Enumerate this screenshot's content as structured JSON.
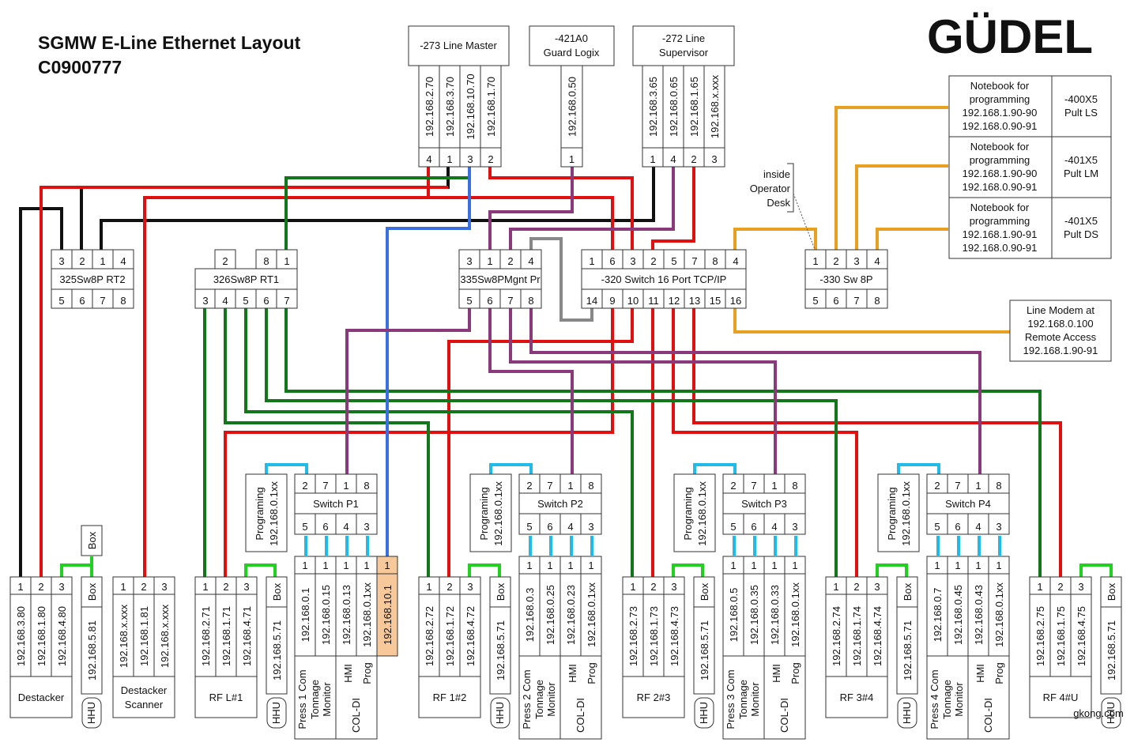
{
  "title": {
    "line1": "SGMW E-Line Ethernet Layout",
    "line2": "C0900777"
  },
  "logo": {
    "text": "GÜDEL",
    "color": "#b2242f"
  },
  "wire_colors": {
    "red": "#e01010",
    "black": "#111111",
    "green": "#11771a",
    "blue": "#3a6fe0",
    "purple": "#8a3a7a",
    "orange": "#e8a020",
    "cyan": "#22bbe8",
    "lime": "#22d022",
    "gray": "#888888"
  },
  "top_devices": [
    {
      "name": "-273 Line Master",
      "ips": [
        "192.168.2.70",
        "192.168.3.70",
        "192.168.10.70",
        "192.168.1.70"
      ],
      "ports": [
        "4",
        "1",
        "3",
        "2"
      ]
    },
    {
      "name1": "-421A0",
      "name2": "Guard Logix",
      "ips": [
        "192.168.0.50"
      ],
      "ports": [
        "1"
      ]
    },
    {
      "name1": "-272 Line",
      "name2": "Supervisor",
      "ips": [
        "192.168.3.65",
        "192.168.0.65",
        "192.168.1.65",
        "192.168.x.xxx"
      ],
      "ports": [
        "1",
        "4",
        "2",
        "3"
      ]
    }
  ],
  "switches": {
    "rt2": {
      "name": "325Sw8P RT2",
      "top": [
        "3",
        "2",
        "1",
        "4"
      ],
      "bottom": [
        "5",
        "6",
        "7",
        "8"
      ]
    },
    "rt1": {
      "name": "326Sw8P RT1",
      "top": [
        "2",
        "8",
        "1"
      ],
      "bottom": [
        "3",
        "4",
        "5",
        "6",
        "7"
      ]
    },
    "mgnt": {
      "name": "335Sw8PMgnt Pr",
      "top": [
        "3",
        "1",
        "2",
        "4"
      ],
      "bottom": [
        "5",
        "6",
        "7",
        "8"
      ]
    },
    "s320": {
      "name": "-320 Switch 16 Port TCP/IP",
      "top": [
        "1",
        "6",
        "3",
        "2",
        "5",
        "7",
        "8",
        "4"
      ],
      "bottom": [
        "14",
        "9",
        "10",
        "11",
        "12",
        "13",
        "15",
        "16"
      ]
    },
    "s330": {
      "name": "-330 Sw 8P",
      "top": [
        "1",
        "2",
        "3",
        "4"
      ],
      "bottom": [
        "5",
        "6",
        "7",
        "8"
      ]
    }
  },
  "operator_desk_note": [
    "inside",
    "Operator",
    "Desk"
  ],
  "notebooks": [
    {
      "l1": "Notebook for",
      "l2": "programming",
      "l3": "192.168.1.90-90",
      "l4": "192.168.0.90-91",
      "p1": "-400X5",
      "p2": "Pult LS"
    },
    {
      "l1": "Notebook for",
      "l2": "programming",
      "l3": "192.168.1.90-90",
      "l4": "192.168.0.90-91",
      "p1": "-401X5",
      "p2": "Pult LM"
    },
    {
      "l1": "Notebook for",
      "l2": "programming",
      "l3": "192.168.1.90-91",
      "l4": "192.168.0.90-91",
      "p1": "-401X5",
      "p2": "Pult DS"
    }
  ],
  "modem": [
    "Line Modem at",
    "192.168.0.100",
    "Remote Access",
    "192.168.1.90-91"
  ],
  "press_switches": [
    {
      "name": "Switch P1",
      "top": [
        "2",
        "7",
        "1",
        "8"
      ],
      "bottom": [
        "5",
        "6",
        "4",
        "3"
      ],
      "prog": "Programing",
      "prog_ip": "192.168.0.1xx"
    },
    {
      "name": "Switch P2",
      "top": [
        "2",
        "7",
        "1",
        "8"
      ],
      "bottom": [
        "5",
        "6",
        "4",
        "3"
      ],
      "prog": "Programing",
      "prog_ip": "192.168.0.1xx"
    },
    {
      "name": "Switch P3",
      "top": [
        "2",
        "7",
        "1",
        "8"
      ],
      "bottom": [
        "5",
        "6",
        "4",
        "3"
      ],
      "prog": "Programing",
      "prog_ip": "192.168.0.1xx"
    },
    {
      "name": "Switch P4",
      "top": [
        "2",
        "7",
        "1",
        "8"
      ],
      "bottom": [
        "5",
        "6",
        "4",
        "3"
      ],
      "prog": "Programing",
      "prog_ip": "192.168.0.1xx"
    }
  ],
  "presses": [
    {
      "ips": [
        "192.168.0.1",
        "192.168.0.15",
        "192.168.0.13",
        "192.168.0.1xx",
        "192.168.10.1"
      ],
      "labels": [
        "Press 1 Com",
        "Tonnage",
        "Monitor",
        "HMI",
        "Prog",
        "COL-DI"
      ]
    },
    {
      "ips": [
        "192.168.0.3",
        "192.168.0.25",
        "192.168.0.23",
        "192.168.0.1xx"
      ],
      "labels": [
        "Press 2 Com",
        "Tonnage",
        "Monitor",
        "HMI",
        "Prog",
        "COL-DI"
      ]
    },
    {
      "ips": [
        "192.168.0.5",
        "192.168.0.35",
        "192.168.0.33",
        "192.168.0.1xx"
      ],
      "labels": [
        "Press 3 Com",
        "Tonnage",
        "Monitor",
        "HMI",
        "Prog",
        "COL-DI"
      ]
    },
    {
      "ips": [
        "192.168.0.7",
        "192.168.0.45",
        "192.168.0.43",
        "192.168.0.1xx"
      ],
      "labels": [
        "Press 4 Com",
        "Tonnage",
        "Monitor",
        "HMI",
        "Prog",
        "COL-DI"
      ]
    }
  ],
  "stations": [
    {
      "name": "Destacker",
      "ips": [
        "192.168.3.80",
        "192.168.1.80",
        "192.168.4.80"
      ],
      "box_ip": "192.168.5.81",
      "box_top": "Box"
    },
    {
      "name1": "Destacker",
      "name2": "Scanner",
      "ips": [
        "192.168.x.xxx",
        "192.168.1.81",
        "192.168.x.xxx"
      ]
    },
    {
      "name": "RF L#1",
      "ips": [
        "192.168.2.71",
        "192.168.1.71",
        "192.168.4.71"
      ],
      "box_ip": "192.168.5.71"
    },
    {
      "name": "RF 1#2",
      "ips": [
        "192.168.2.72",
        "192.168.1.72",
        "192.168.4.72"
      ],
      "box_ip": "192.168.5.71"
    },
    {
      "name": "RF 2#3",
      "ips": [
        "192.168.2.73",
        "192.168.1.73",
        "192.168.4.73"
      ],
      "box_ip": "192.168.5.71"
    },
    {
      "name": "RF 3#4",
      "ips": [
        "192.168.2.74",
        "192.168.1.74",
        "192.168.4.74"
      ],
      "box_ip": "192.168.5.71"
    },
    {
      "name": "RF 4#U",
      "ips": [
        "192.168.2.75",
        "192.168.1.75",
        "192.168.4.75"
      ],
      "box_ip": "192.168.5.71"
    }
  ],
  "station_ports": [
    "1",
    "2",
    "3"
  ],
  "box_label": "Box",
  "hhu_label": "HHU",
  "watermark": "gkong.com"
}
